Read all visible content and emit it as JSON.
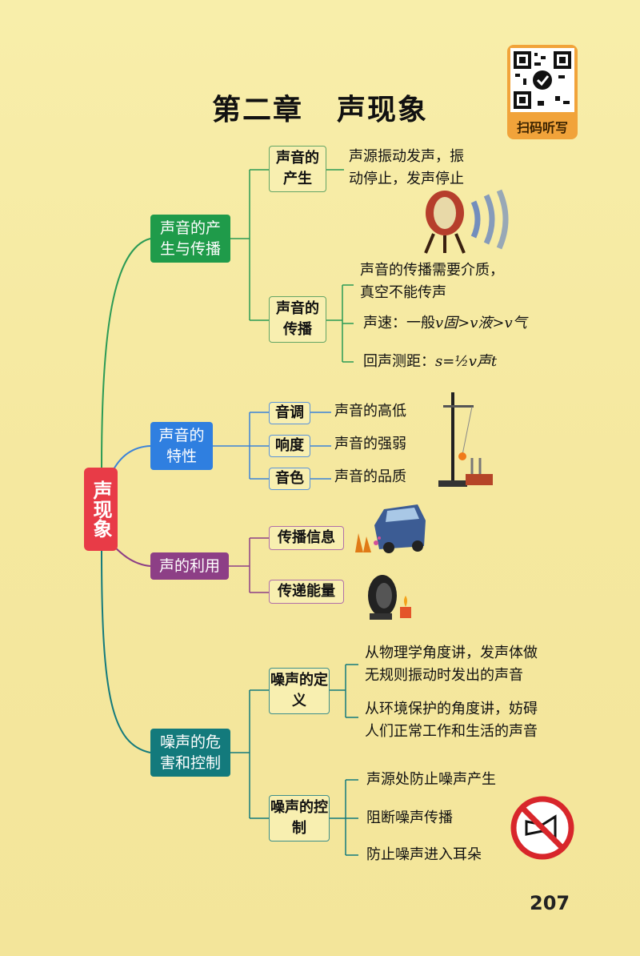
{
  "title": {
    "left": "第二章",
    "right": "声现象"
  },
  "qr": {
    "label": "扫码听写"
  },
  "root": {
    "label": "声现象"
  },
  "branches": [
    {
      "label": "声音的产生与传播",
      "children": [
        {
          "label": "声音的产生",
          "details": [
            "声源振动发声，振",
            "动停止，发声停止"
          ]
        },
        {
          "label": "声音的传播",
          "details": [
            "声音的传播需要介质，",
            "真空不能传声"
          ],
          "speed_prefix": "声速：一般",
          "speed_order": "v固>v液>v气",
          "echo_prefix": "回声测距：",
          "echo_formula": "s=½v声t"
        }
      ]
    },
    {
      "label": "声音的特性",
      "children": [
        {
          "label": "音调",
          "detail": "声音的高低"
        },
        {
          "label": "响度",
          "detail": "声音的强弱"
        },
        {
          "label": "音色",
          "detail": "声音的品质"
        }
      ]
    },
    {
      "label": "声的利用",
      "children": [
        {
          "label": "传播信息"
        },
        {
          "label": "传递能量"
        }
      ]
    },
    {
      "label": "噪声的危害和控制",
      "children": [
        {
          "label": "噪声的定义",
          "details": [
            "从物理学角度讲，发声体做",
            "无规则振动时发出的声音",
            "从环境保护的角度讲，妨碍",
            "人们正常工作和生活的声音"
          ]
        },
        {
          "label": "噪声的控制",
          "details": [
            "声源处防止噪声产生",
            "阻断噪声传播",
            "防止噪声进入耳朵"
          ]
        }
      ]
    }
  ],
  "page_number": "207",
  "colors": {
    "root": "#e83b47",
    "branch1": "#1f9b4a",
    "branch2": "#2f7fe0",
    "branch3": "#8d3f86",
    "branch4": "#137a7c"
  }
}
